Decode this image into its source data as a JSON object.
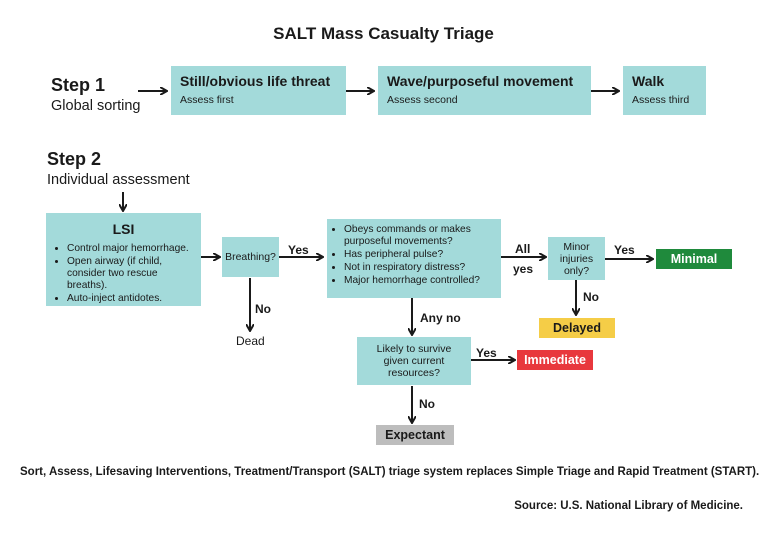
{
  "title": "SALT Mass Casualty Triage",
  "step1": {
    "label": "Step 1",
    "sub": "Global sorting",
    "boxes": [
      {
        "title": "Still/obvious life threat",
        "sub": "Assess first"
      },
      {
        "title": "Wave/purposeful movement",
        "sub": "Assess second"
      },
      {
        "title": "Walk",
        "sub": "Assess third"
      }
    ]
  },
  "step2": {
    "label": "Step 2",
    "sub": "Individual assessment"
  },
  "lsi": {
    "title": "LSI",
    "items": [
      "Control major hemorrhage.",
      "Open airway (if child, consider two rescue breaths).",
      "Auto-inject antidotes."
    ]
  },
  "breathing": "Breathing?",
  "checks": [
    "Obeys commands or makes purposeful movements?",
    "Has peripheral pulse?",
    "Not in respiratory distress?",
    "Major hemorrhage controlled?"
  ],
  "minor": "Minor injuries only?",
  "survive": "Likely to survive given current resources?",
  "labels": {
    "yes": "Yes",
    "no": "No",
    "all_yes_1": "All",
    "all_yes_2": "yes",
    "any_no": "Any no",
    "dead": "Dead"
  },
  "results": {
    "minimal": {
      "label": "Minimal",
      "color": "#1f8a3c"
    },
    "delayed": {
      "label": "Delayed",
      "color": "#f5cd47"
    },
    "immediate": {
      "label": "Immediate",
      "color": "#e8383d"
    },
    "expectant": {
      "label": "Expectant",
      "color": "#bdbdbd"
    }
  },
  "box_color": "#a3dada",
  "caption": "Sort, Assess, Lifesaving Interventions, Treatment/Transport (SALT) triage system replaces Simple Triage and Rapid Treatment (START).",
  "source": "Source: U.S. National Library of Medicine."
}
